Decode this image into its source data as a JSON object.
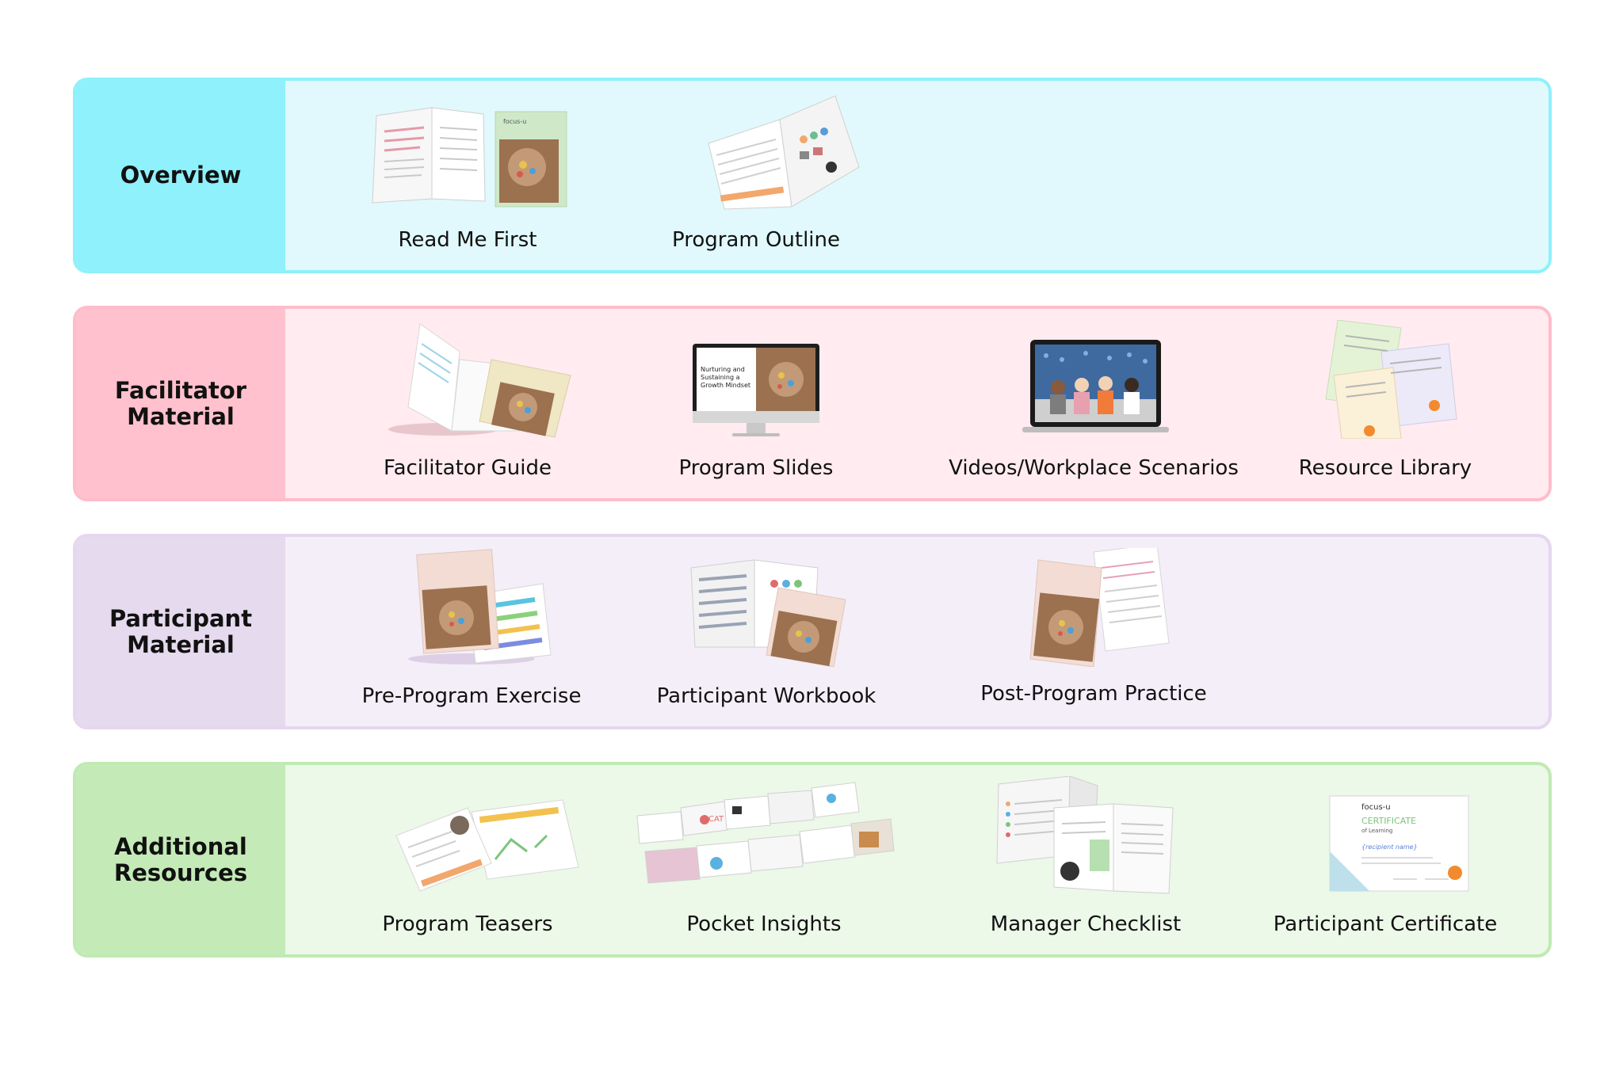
{
  "sections": [
    {
      "title": "Overview",
      "color": "#8ef1fb",
      "items": [
        {
          "label": "Read Me First",
          "icon": "booklet-spread-icon"
        },
        {
          "label": "Program Outline",
          "icon": "folded-outline-icon"
        }
      ]
    },
    {
      "title": "Facilitator Material",
      "color": "#ffc1cd",
      "items": [
        {
          "label": "Facilitator Guide",
          "icon": "guide-booklet-icon"
        },
        {
          "label": "Program Slides",
          "icon": "monitor-slides-icon"
        },
        {
          "label": "Videos/Workplace Scenarios",
          "icon": "laptop-video-icon"
        },
        {
          "label": "Resource Library",
          "icon": "document-stack-icon"
        }
      ]
    },
    {
      "title": "Participant Material",
      "color": "#e6daee",
      "items": [
        {
          "label": "Pre-Program Exercise",
          "icon": "exercise-booklet-icon"
        },
        {
          "label": "Participant Workbook",
          "icon": "workbook-icon"
        },
        {
          "label": "Post-Program Practice",
          "icon": "practice-sheets-icon"
        }
      ]
    },
    {
      "title": "Additional Resources",
      "color": "#c4ebb7",
      "items": [
        {
          "label": "Program Teasers",
          "icon": "teaser-cards-icon"
        },
        {
          "label": "Pocket Insights",
          "icon": "insight-cards-icon"
        },
        {
          "label": "Manager Checklist",
          "icon": "checklist-booklet-icon"
        },
        {
          "label": "Participant Certificate",
          "icon": "certificate-icon"
        }
      ]
    }
  ],
  "thumbnail_text": {
    "cover_title": "Nurturing and Sustaining a Growth Mindset",
    "brand": "focus-u",
    "certificate_heading": "CERTIFICATE",
    "certificate_sub": "of Learning",
    "certificate_name": "{recipient name}"
  }
}
